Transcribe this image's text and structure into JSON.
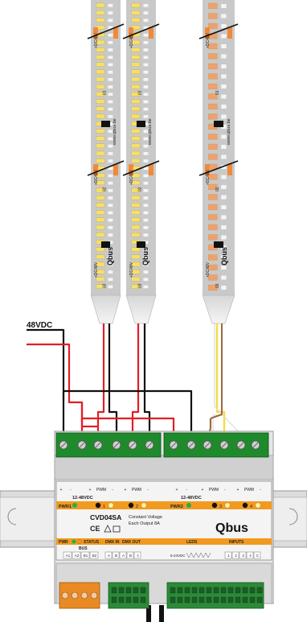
{
  "supply_label": "48VDC",
  "strip_labels": {
    "voltage": "+DC48V",
    "url": "www.qbus.be",
    "brand": "Qbus",
    "segment_numbers": [
      "01",
      "02",
      "03"
    ]
  },
  "controller": {
    "model": "CVD04SA",
    "description_line1": "Constant Voltage",
    "description_line2": "Each Output 8A",
    "brand": "Qbus",
    "ce_mark": "CE",
    "pwr1_label": "PWR1",
    "pwr2_label": "PWR2",
    "voltage1_label": "12-48VDC",
    "voltage2_label": "12-48VDC",
    "channel_numbers": [
      "1",
      "2",
      "3",
      "4"
    ],
    "top_terminal_labels": [
      "+",
      "-",
      "+",
      "PWM",
      "-",
      "+",
      "PWM",
      "-",
      "+",
      "-",
      "+",
      "PWM",
      "-",
      "+",
      "PWM",
      "-"
    ],
    "status_labels": {
      "pwr": "PWR",
      "status": "STATUS",
      "dmx_in": "DMX IN",
      "dmx_out": "DMX OUT",
      "leds": "LEDS",
      "inputs": "INPUTS",
      "bus": "BUS"
    },
    "bus_terminals": [
      "A1",
      "A2",
      "B1",
      "B2"
    ],
    "dmx_terminals": [
      "A",
      "B",
      "A",
      "B",
      "⏚"
    ],
    "supply_input_label": "5-24VDC",
    "input_terminals": [
      "1",
      "2",
      "3",
      "4",
      "C"
    ]
  },
  "colors": {
    "strip_pcb": "#c9c9c9",
    "led_yellow": "#f7e06a",
    "led_orange": "#f0a070",
    "terminal_green": "#1e8a2c",
    "orange_band": "#f29a1f",
    "wire_red": "#e01f25",
    "wire_black": "#111111",
    "wire_yellow": "#f4dd3c",
    "wire_brown": "#9b6a3e",
    "din_rail": "#d9d9d9"
  }
}
